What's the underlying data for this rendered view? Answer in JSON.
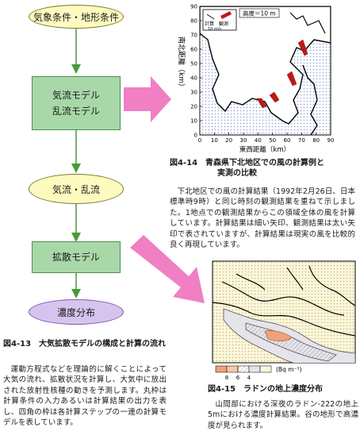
{
  "flow": {
    "weather": "気象条件・地形条件",
    "model_line1": "気流モデル",
    "model_line2": "乱流モデル",
    "airflow": "気流・乱流",
    "diffusion": "拡散モデル",
    "concentration": "濃度分布"
  },
  "fig13": {
    "caption": "図4-13　大気拡散モデルの構成と計算の流れ",
    "body": "運動方程式などを理論的に解くことによって大気の流れ、拡散状況を計算し、大気中に放出された放射性核種の動きを予測します。丸枠は計算条件の入力あるいは計算結果の出力を表し、四角の枠は各計算ステップの一連の計算モデルを表しています。"
  },
  "fig14": {
    "caption_line1": "図4-14　青森県下北地区での風の計算例と",
    "caption_line2": "実測の比較",
    "body": "下北地区での風の計算結果（1992年2月26日、日本標準時9時）と同じ時刻の観測結果を重ねて示しました。1地点での観測結果からこの領域全体の風を計算しています。計算結果は細い矢印、観測結果は太い矢印で表されていますが、計算結果は現実の風を比較的良く再現しています。",
    "map": {
      "ylabel": "南北距離（km）",
      "xlabel": "東西距離（km）",
      "height_label": "高度＝10 m",
      "legend_calc": "計算",
      "legend_obs": "観測",
      "legend_speed": "10 m/s",
      "xticks": [
        "0",
        "10",
        "20",
        "30",
        "40",
        "50",
        "60",
        "70",
        "80",
        "90"
      ],
      "yticks": [
        "0",
        "10",
        "20",
        "30",
        "40",
        "50",
        "60",
        "70",
        "80",
        "90"
      ]
    }
  },
  "fig15": {
    "caption": "図4-15　ラドンの地上濃度分布",
    "body": "山間部における深夜のラドン-222の地上5mにおける濃度計算結果。谷の地形で高濃度が見られます。",
    "scale_values": [
      "8",
      "6",
      "4"
    ],
    "scale_unit": "(Bq m⁻³)"
  },
  "colors": {
    "pill_fill": "#fdfbc0",
    "box_fill": "#a8d8a8",
    "arrow_green": "#4a9a3a",
    "arrow_pink": "#f07fc4",
    "land_dots": "#9fb0d8"
  }
}
